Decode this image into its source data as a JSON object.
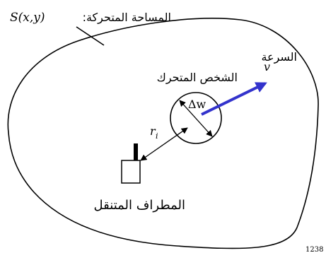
{
  "labels": {
    "area_arabic": "المساحة المتحركة:",
    "area_math": "S(x,y)",
    "speed_arabic": "السرعة",
    "speed_symbol": "v",
    "person_arabic": "الشخص المتحرك",
    "delta_w": "Δw",
    "distance_symbol": "r",
    "distance_subscript": "i",
    "terminal_arabic": "المطراف المتنقل",
    "corner_number": "1238"
  },
  "colors": {
    "velocity_arrow": "#3333cc",
    "stroke": "#000000"
  },
  "icons": {
    "terminal": "mobile-terminal-icon"
  }
}
